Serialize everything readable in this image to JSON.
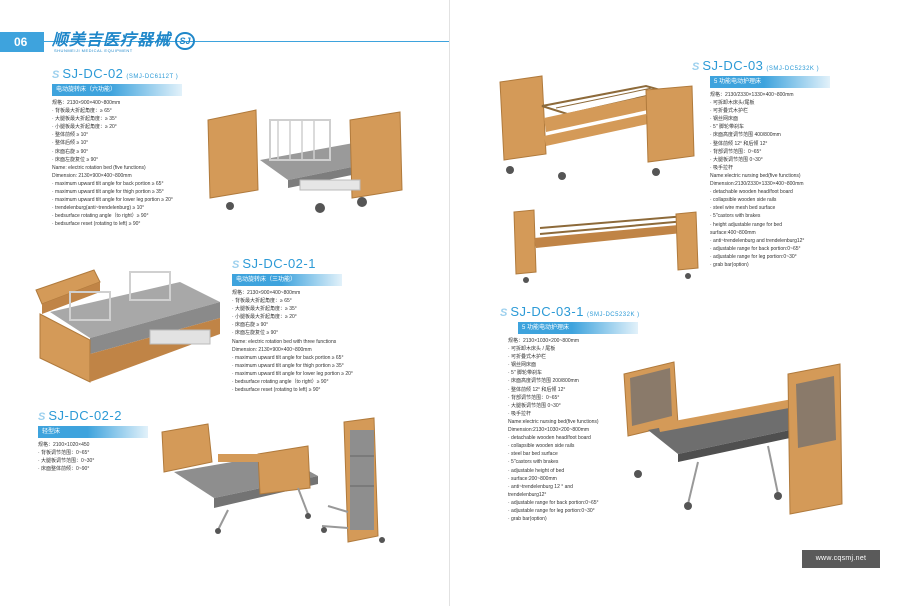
{
  "header": {
    "page_number": "06",
    "brand_cn": "顺美吉医疗器械",
    "brand_en": "SHUNMEIJI MEDICAL EQUIPMENT",
    "brand_logo": "SJ"
  },
  "models": {
    "m0202": {
      "code": "SJ-DC-02",
      "alt": "(SMJ-DC6112T )",
      "band": "电动旋转床（六功能）",
      "lines": [
        "规格：2130×900×400~800mm",
        "· 背板最大折起角度：≥ 65°",
        "· 大腿板最大折起角度：≥ 35°",
        "· 小腿板最大折起角度：≥ 20°",
        "· 整体前倾 ≥ 10°",
        "· 整体后倾 ≥ 10°",
        "· 床面右旋 ≥ 90°",
        "· 床面左旋复位 ≥ 90°",
        "Name: electric rotation bed (five functions)",
        "Dimension: 2130×900×400~800mm",
        "· maximum upward tilt angle for back portion ≥ 65°",
        "· maximum upward tilt angle for thigh portion ≥ 35°",
        "· maximum upward tilt angle for lower leg portion ≥ 20°",
        "· trendelenburg(anti~trendelenburg) ≥ 10°",
        "· bedsurface rotating angle（to right）≥ 90°",
        "· bedsurface reset (rotating to left) ≥ 90°"
      ]
    },
    "m02021": {
      "code": "SJ-DC-02-1",
      "alt": "",
      "band": "电动旋转床（三功能）",
      "lines": [
        "规格：2130×900×400~800mm",
        "· 背板最大折起角度：≥ 65°",
        "· 大腿板最大折起角度：≥ 35°",
        "· 小腿板最大折起角度：≥ 20°",
        "· 床面右旋 ≥ 90°",
        "· 床面左旋复位 ≥ 90°",
        "Name: electric rotation bed with three functions",
        "Dimension: 2130×900×400~800mm",
        "· maximum upward tilt angle for back portion ≥ 65°",
        "· maximum upward tilt angle for thigh portion ≥ 35°",
        "· maximum upward tilt angle for lower leg portion ≥ 20°",
        "· bedsurface rotating angle（to right）≥ 90°",
        "· bedsurface reset (rotating to left) ≥ 90°"
      ]
    },
    "m02022": {
      "code": "SJ-DC-02-2",
      "alt": "",
      "band": "轻型床",
      "lines": [
        "规格：2100×1020×450",
        "· 背板调节范围：0~65°",
        "· 大腿板调节范围：0~30°",
        "· 床面整体前倾：0~90°"
      ]
    },
    "m0203": {
      "code": "SJ-DC-03",
      "alt": "(SMJ-DC5232K )",
      "band": "5 功能电动护理床",
      "lines": [
        "规格：2130/2330×1330×400~800mm",
        "· 可拆卸木床头/尾板",
        "· 可折叠式木护栏",
        "· 钢丝网床面",
        "· 5\" 脚轮带刹车",
        "· 床面高度调节范围 400/800mm",
        "· 整体前倾 12° 和后倾 12°",
        "· 背部调节范围：0~65°",
        "· 大腿板调节范围 0~30°",
        "· 吸手拉杆",
        "Name:electric nursing bed(five functions)",
        "Dimension:2130/2330×1330×400~800mm",
        "· detachable wooden head/foot board",
        "· collapsible wooden side rails",
        "· steel wire mesh bed surface",
        "· 5\"castors with brakes",
        "· height adjustable range for bed",
        "   surface:400~800mm",
        "· anti~trendelenburg and trendelenburg12°",
        "· adjustable range for back portion:0~65°",
        "· adjustable range for leg  portion:0~30°",
        "· grab bar(option)"
      ]
    },
    "m02031": {
      "code": "SJ-DC-03-1",
      "alt": "(SMJ-DC5232K )",
      "band": "5 功能电动护理床",
      "lines": [
        "规格：2130×1030×200~800mm",
        "· 可拆卸木床头 / 尾板",
        "· 可折叠式木护栏",
        "· 钢丝网床面",
        "· 5\" 脚轮带刹车",
        "· 床面高度调节范围 200/800mm",
        "· 整体前倾 12° 和后倾 12°",
        "· 背部调节范围：0~65°",
        "· 大腿板调节范围 0~30°",
        "· 吸手拉杆",
        "Name:electric nursing bed(five functions)",
        "Dimension:2130×1030×200~800mm",
        "· detachable wooden head/foot board",
        "· collapsible wooden side rails",
        "· steel bar bed surface",
        "· 5\"castors with brakes",
        "· adjustable height of bed",
        "· surface:200~800mm",
        "· anti~trendelenburg 12 °    and",
        "   trendelenburg12°",
        "· adjustable range for back portion:0~65°",
        "· adjustable range for leg  portion:0~30°",
        "· grab bar(option)"
      ]
    }
  },
  "footer": {
    "url": "www.cqsmj.net"
  },
  "colors": {
    "accent": "#3ea3dd",
    "wood": "#d49a58",
    "mattress": "#8e8e8e"
  }
}
